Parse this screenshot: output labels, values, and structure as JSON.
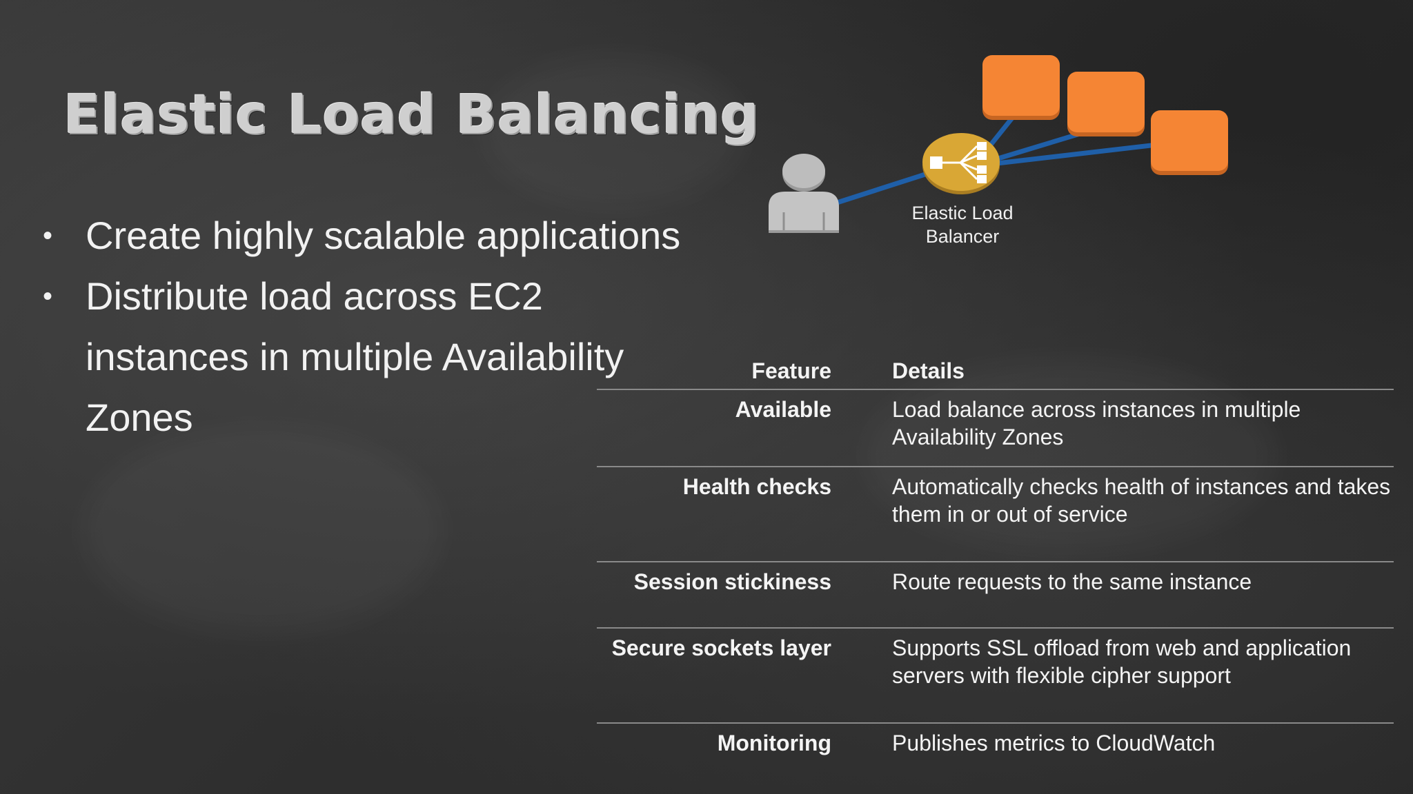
{
  "slide": {
    "title": "Elastic Load Balancing",
    "bullets": [
      "Create highly scalable applications",
      "Distribute load across EC2 instances in multiple Availability Zones"
    ],
    "bullet_glyph": "•"
  },
  "diagram": {
    "elb_label": "Elastic Load Balancer",
    "user_icon": "user-icon",
    "elb_icon": "load-balancer-icon",
    "instance_icon": "ec2-instance-icon",
    "instance_count": 3,
    "colors": {
      "instance": "#f58534",
      "elb": "#d9a735",
      "connector": "#1f5fa8",
      "user": "#b8b8b8"
    }
  },
  "table": {
    "headers": {
      "feature": "Feature",
      "details": "Details"
    },
    "rows": [
      {
        "feature": "Available",
        "details": "Load balance across instances in multiple Availability Zones"
      },
      {
        "feature": "Health checks",
        "details": "Automatically checks health of instances and takes them in or out of service"
      },
      {
        "feature": "Session stickiness",
        "details": "Route requests to the same instance"
      },
      {
        "feature": "Secure sockets layer",
        "details": "Supports SSL offload from web and application servers with flexible cipher support"
      },
      {
        "feature": "Monitoring",
        "details": "Publishes metrics to CloudWatch"
      }
    ]
  }
}
